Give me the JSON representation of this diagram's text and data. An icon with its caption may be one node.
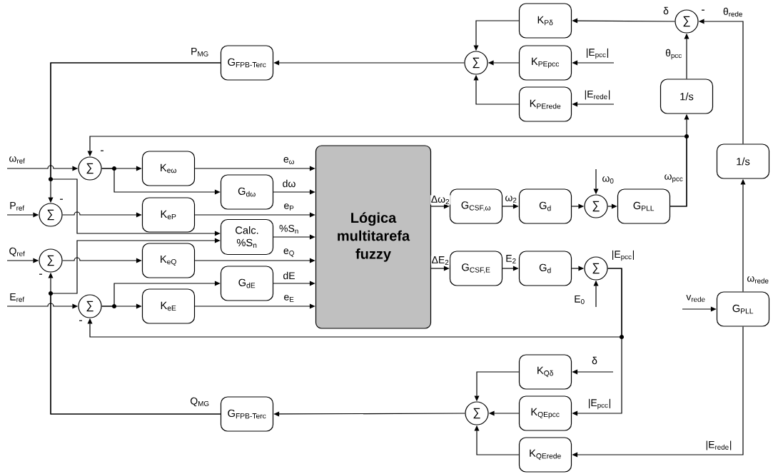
{
  "diagram": {
    "nodes": [
      {
        "text": [
          "K$_{Pδ}$"
        ]
      },
      {
        "text": [
          "∑"
        ]
      },
      {
        "text": [
          "∑"
        ]
      },
      {
        "text": [
          "G$_{FPB-Terc}$"
        ]
      },
      {
        "text": [
          "K$_{PEpcc}$"
        ]
      },
      {
        "text": [
          "K$_{PErede}$"
        ]
      },
      {
        "text": [
          "1/s"
        ]
      },
      {
        "text": [
          "1/s"
        ]
      },
      {
        "text": [
          "∑"
        ]
      },
      {
        "text": [
          "K$_{eω}$"
        ]
      },
      {
        "text": [
          "G$_{dω}$"
        ]
      },
      {
        "text": [
          "∑"
        ]
      },
      {
        "text": [
          "K$_{eP}$"
        ]
      },
      {
        "text": [
          "Calc. %S$_{n}$"
        ]
      },
      {
        "text": [
          "Lógica multitarefa fuzzy"
        ]
      },
      {
        "text": [
          "G$_{CSF,ω}$"
        ]
      },
      {
        "text": [
          "G$_{d}$"
        ]
      },
      {
        "text": [
          "∑"
        ]
      },
      {
        "text": [
          "G$_{PLL}$"
        ]
      },
      {
        "text": [
          "∑"
        ]
      },
      {
        "text": [
          "K$_{eQ}$"
        ]
      },
      {
        "text": [
          "G$_{dE}$"
        ]
      },
      {
        "text": [
          "G$_{CSF,E}$"
        ]
      },
      {
        "text": [
          "G$_{d}$"
        ]
      },
      {
        "text": [
          "∑"
        ]
      },
      {
        "text": [
          "∑"
        ]
      },
      {
        "text": [
          "K$_{eE}$"
        ]
      },
      {
        "text": [
          "G$_{PLL}$"
        ]
      },
      {
        "text": [
          "K$_{Qδ}$"
        ]
      },
      {
        "text": [
          "∑"
        ]
      },
      {
        "text": [
          "K$_{QEpcc}$"
        ]
      },
      {
        "text": [
          "G$_{FPB-Terc}$"
        ]
      },
      {
        "text": [
          "K$_{QErede}$"
        ]
      }
    ],
    "edges": [
      {
        "from": null,
        "to": 8,
        "arrow": "to",
        "label": "ω$_{ref}$"
      },
      {
        "from": null,
        "to": 11,
        "arrow": "to",
        "label": "P$_{ref}$"
      },
      {
        "from": null,
        "to": 19,
        "arrow": "to",
        "label": "Q$_{ref}$"
      },
      {
        "from": null,
        "to": 25,
        "arrow": "to",
        "label": "E$_{ref}$"
      },
      {
        "from": 8,
        "to": 9,
        "arrow": "to"
      },
      {
        "from": 8,
        "to": 10,
        "arrow": "to"
      },
      {
        "from": 9,
        "to": 14,
        "arrow": "to",
        "label": "e$_{ω}$"
      },
      {
        "from": 10,
        "to": 14,
        "arrow": "to",
        "label": "dω"
      },
      {
        "from": 11,
        "to": 12,
        "arrow": "to"
      },
      {
        "from": 12,
        "to": 14,
        "arrow": "to",
        "label": "e$_{P}$"
      },
      {
        "from": 13,
        "to": 14,
        "arrow": "to",
        "label": "%S$_{n}$"
      },
      {
        "from": 19,
        "to": 20,
        "arrow": "to"
      },
      {
        "from": 20,
        "to": 14,
        "arrow": "to",
        "label": "e$_{Q}$"
      },
      {
        "from": 21,
        "to": 14,
        "arrow": "to",
        "label": "dE"
      },
      {
        "from": 25,
        "to": 26,
        "arrow": "to"
      },
      {
        "from": 25,
        "to": 21,
        "arrow": "to"
      },
      {
        "from": 26,
        "to": 14,
        "arrow": "to",
        "label": "e$_{E}$"
      },
      {
        "from": 14,
        "to": 15,
        "arrow": "to",
        "label": "Δω$_{2}$"
      },
      {
        "from": 15,
        "to": 16,
        "arrow": "to",
        "label": "ω$_{2}$"
      },
      {
        "from": 16,
        "to": 17,
        "arrow": "to"
      },
      {
        "from": null,
        "to": 17,
        "arrow": "to",
        "label": "ω$_{0}$"
      },
      {
        "from": 17,
        "to": 18,
        "arrow": "to"
      },
      {
        "from": 18,
        "to": 6,
        "arrow": "to",
        "label": "ω$_{pcc}$"
      },
      {
        "from": 18,
        "to": 8,
        "arrow": "to"
      },
      {
        "from": 6,
        "to": 1,
        "arrow": "to",
        "label": "θ$_{pcc}$"
      },
      {
        "from": 7,
        "to": 1,
        "arrow": "to",
        "label": "θ$_{rede}$"
      },
      {
        "from": 1,
        "to": 0,
        "arrow": "to",
        "label": "δ"
      },
      {
        "from": 0,
        "to": 2,
        "arrow": "to"
      },
      {
        "from": 4,
        "to": 2,
        "arrow": "to"
      },
      {
        "from": 5,
        "to": 2,
        "arrow": "to"
      },
      {
        "from": null,
        "to": 4,
        "arrow": "to",
        "label": "|E$_{pcc}$|"
      },
      {
        "from": null,
        "to": 5,
        "arrow": "to",
        "label": "|E$_{rede}$|"
      },
      {
        "from": 2,
        "to": 3,
        "arrow": "to"
      },
      {
        "from": 3,
        "to": 11,
        "arrow": "to",
        "label": "P$_{MG}$"
      },
      {
        "from": 3,
        "to": 13,
        "arrow": "to"
      },
      {
        "from": 14,
        "to": 22,
        "arrow": "to",
        "label": "ΔE$_{2}$"
      },
      {
        "from": 22,
        "to": 23,
        "arrow": "to",
        "label": "E$_{2}$"
      },
      {
        "from": 23,
        "to": 24,
        "arrow": "to"
      },
      {
        "from": null,
        "to": 24,
        "arrow": "to",
        "label": "E$_{0}$"
      },
      {
        "from": 24,
        "to": 25,
        "arrow": "to",
        "label": "|E$_{pcc}$|"
      },
      {
        "from": 24,
        "to": 30,
        "arrow": "to",
        "label": "|E$_{pcc}$|"
      },
      {
        "from": 31,
        "to": 19,
        "arrow": "to",
        "label": "Q$_{MG}$"
      },
      {
        "from": 31,
        "to": 13,
        "arrow": "to"
      },
      {
        "from": null,
        "to": 28,
        "arrow": "to",
        "label": "δ"
      },
      {
        "from": 28,
        "to": 29,
        "arrow": "to"
      },
      {
        "from": 30,
        "to": 29,
        "arrow": "to"
      },
      {
        "from": 32,
        "to": 29,
        "arrow": "to"
      },
      {
        "from": 29,
        "to": 31,
        "arrow": "to"
      },
      {
        "from": 27,
        "to": 7,
        "arrow": "to",
        "label": "ω$_{rede}$"
      },
      {
        "from": 27,
        "to": 32,
        "arrow": "to",
        "label": "|E$_{rede}$|"
      },
      {
        "from": null,
        "to": 27,
        "arrow": "to",
        "label": "v$_{rede}$"
      }
    ],
    "labels": [
      "-",
      "-",
      "-",
      "-",
      "-"
    ]
  }
}
